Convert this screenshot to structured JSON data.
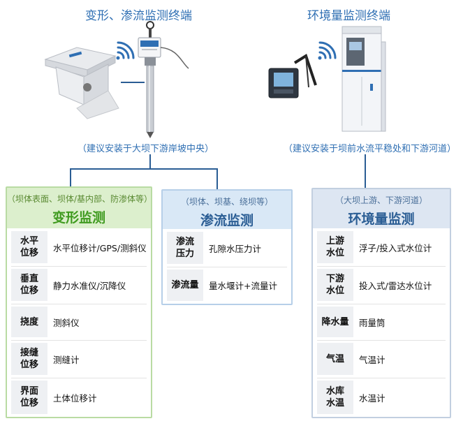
{
  "terminals": {
    "left": {
      "title": "变形、渗流监测终端",
      "install_note": "（建议安装于大坝下游岸坡中央）"
    },
    "right": {
      "title": "环境量监测终端",
      "install_note": "（建议安装于坝前水流平稳处和下游河道）"
    }
  },
  "cards": {
    "deformation": {
      "subtitle": "（坝体表面、坝体/基内部、防渗体等）",
      "title": "变形监测",
      "rows": [
        {
          "label": "水平\n位移",
          "value": "水平位移计/GPS/测斜仪"
        },
        {
          "label": "垂直\n位移",
          "value": "静力水准仪/沉降仪"
        },
        {
          "label": "挠度",
          "value": "测斜仪"
        },
        {
          "label": "接缝\n位移",
          "value": "测缝计"
        },
        {
          "label": "界面\n位移",
          "value": "土体位移计"
        }
      ]
    },
    "seepage": {
      "subtitle": "（坝体、坝基、绕坝等）",
      "title": "渗流监测",
      "rows": [
        {
          "label": "渗流\n压力",
          "value": "孔隙水压力计"
        },
        {
          "label": "渗流量",
          "value": "量水堰计+流量计"
        }
      ]
    },
    "environment": {
      "subtitle": "（大坝上游、下游河道）",
      "title": "环境量监测",
      "rows": [
        {
          "label": "上游\n水位",
          "value": "浮子/投入式水位计"
        },
        {
          "label": "下游\n水位",
          "value": "投入式/雷达水位计"
        },
        {
          "label": "降水量",
          "value": "雨量筒"
        },
        {
          "label": "气温",
          "value": "气温计"
        },
        {
          "label": "水库\n水温",
          "value": "水温计"
        }
      ]
    }
  },
  "colors": {
    "title_blue": "#2f6fb3",
    "connector": "#2a5d94",
    "green_title": "#3e9a1e",
    "green_bg": "#dcefcd",
    "blue_bg": "#d9e8f6",
    "steel_bg": "#dde6f2"
  }
}
